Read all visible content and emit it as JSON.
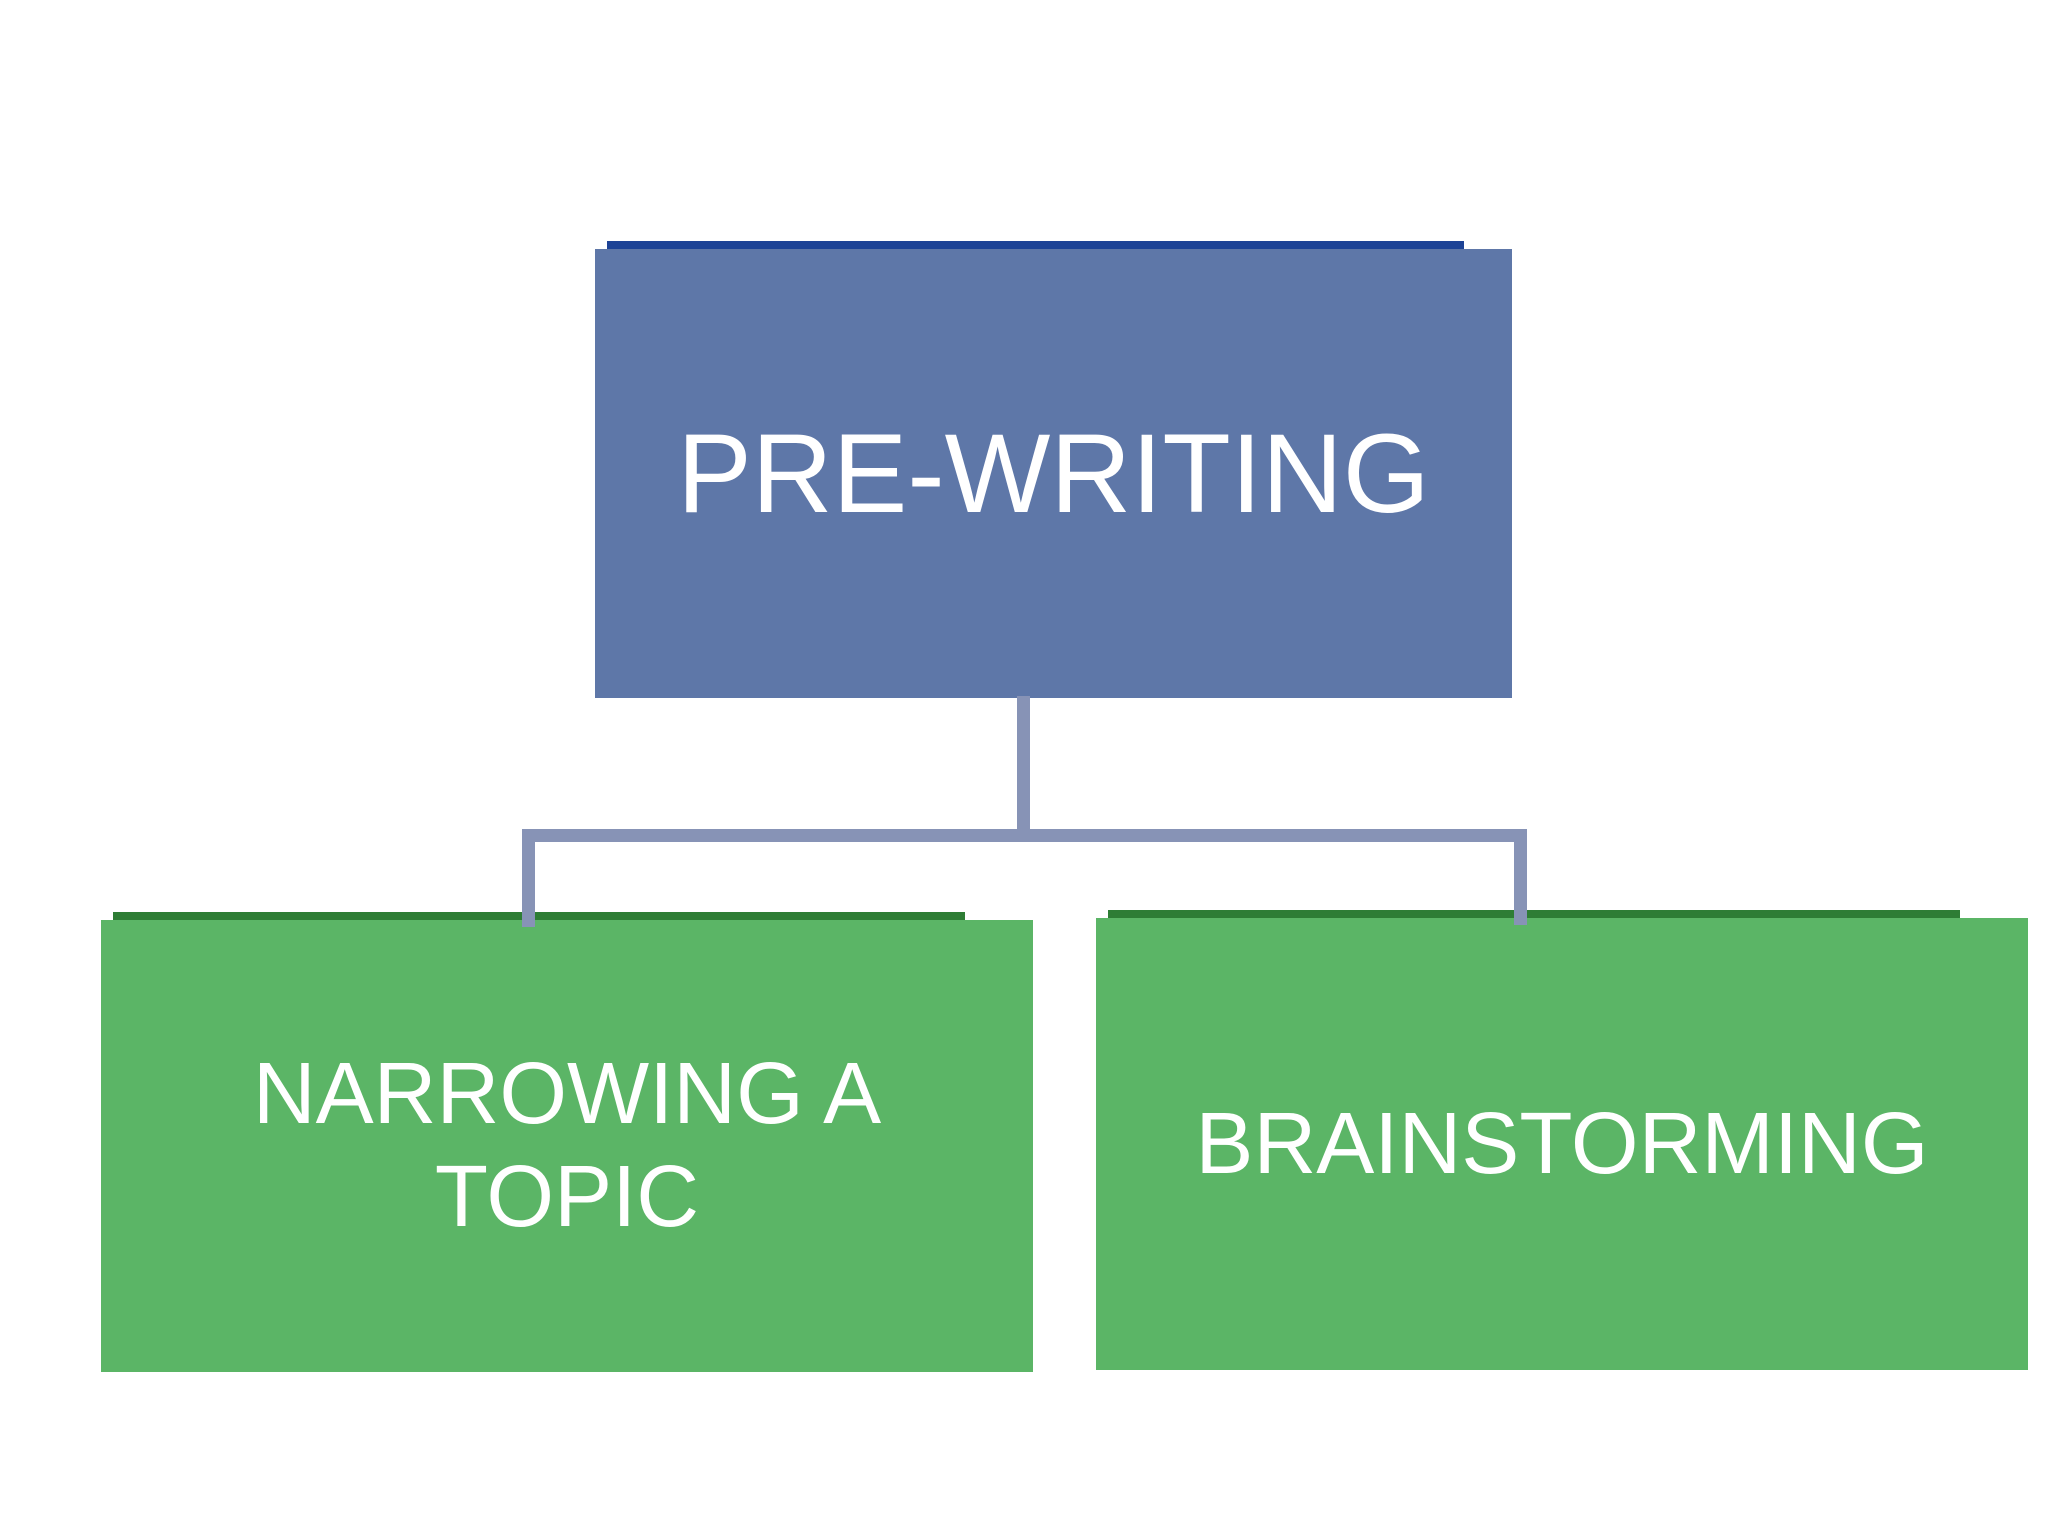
{
  "diagram": {
    "type": "hierarchy",
    "root": {
      "label": "PRE-WRITING"
    },
    "children": [
      {
        "label": "NARROWING A TOPIC"
      },
      {
        "label": "BRAINSTORMING"
      }
    ]
  },
  "colors": {
    "background": "#ffffff",
    "root_fill": "#5e77a8",
    "root_shadow": "#1d4396",
    "child_fill": "#5bb566",
    "child_shadow": "#2e7d35",
    "connector": "#8793b6",
    "text": "#ffffff"
  }
}
